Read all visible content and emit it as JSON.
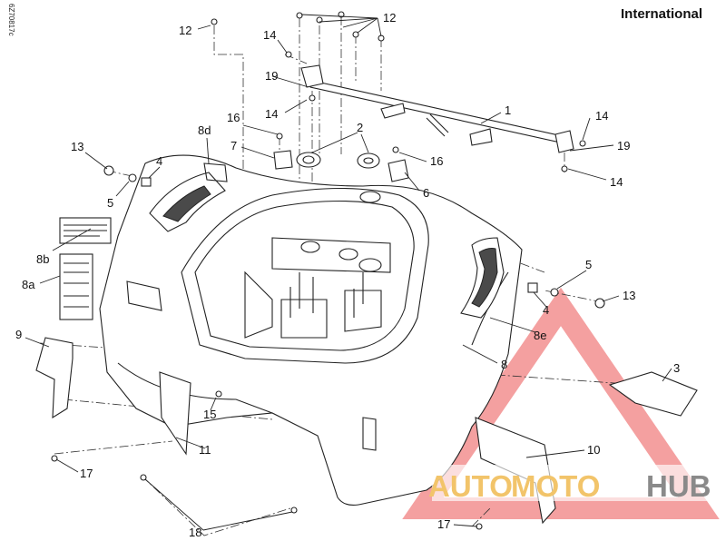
{
  "header": {
    "region_label": "International"
  },
  "drawing_code": "6Z70817c",
  "callouts": {
    "c1": "1",
    "c2": "2",
    "c3": "3",
    "c4a": "4",
    "c4b": "4",
    "c5a": "5",
    "c5b": "5",
    "c6": "6",
    "c7": "7",
    "c8": "8",
    "c8a": "8a",
    "c8b": "8b",
    "c8d": "8d",
    "c8e": "8e",
    "c9": "9",
    "c10": "10",
    "c11": "11",
    "c12a": "12",
    "c12b": "12",
    "c13a": "13",
    "c13b": "13",
    "c14a": "14",
    "c14b": "14",
    "c14c": "14",
    "c14d": "14",
    "c15": "15",
    "c16a": "16",
    "c16b": "16",
    "c17a": "17",
    "c17b": "17",
    "c18": "18",
    "c19a": "19",
    "c19b": "19"
  },
  "watermark": {
    "word_a": "AUTO",
    "word_b": "MOTO",
    "word_c": "HUB",
    "colors": {
      "red": "#f08080",
      "gold": "#f2c46a",
      "gray": "#8a8a8a"
    }
  }
}
